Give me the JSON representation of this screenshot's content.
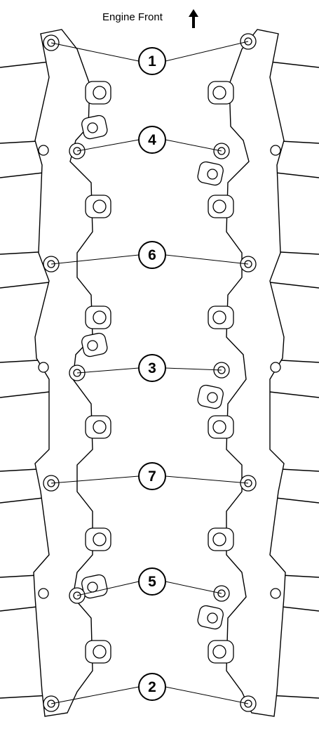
{
  "header": {
    "label": "Engine Front",
    "arrow_icon": "up-arrow-icon"
  },
  "diagram": {
    "callouts": [
      "1",
      "4",
      "6",
      "3",
      "7",
      "5",
      "2"
    ],
    "colors": {
      "line": "#000000",
      "fill": "#ffffff",
      "shade": "#d9d9d9"
    }
  }
}
